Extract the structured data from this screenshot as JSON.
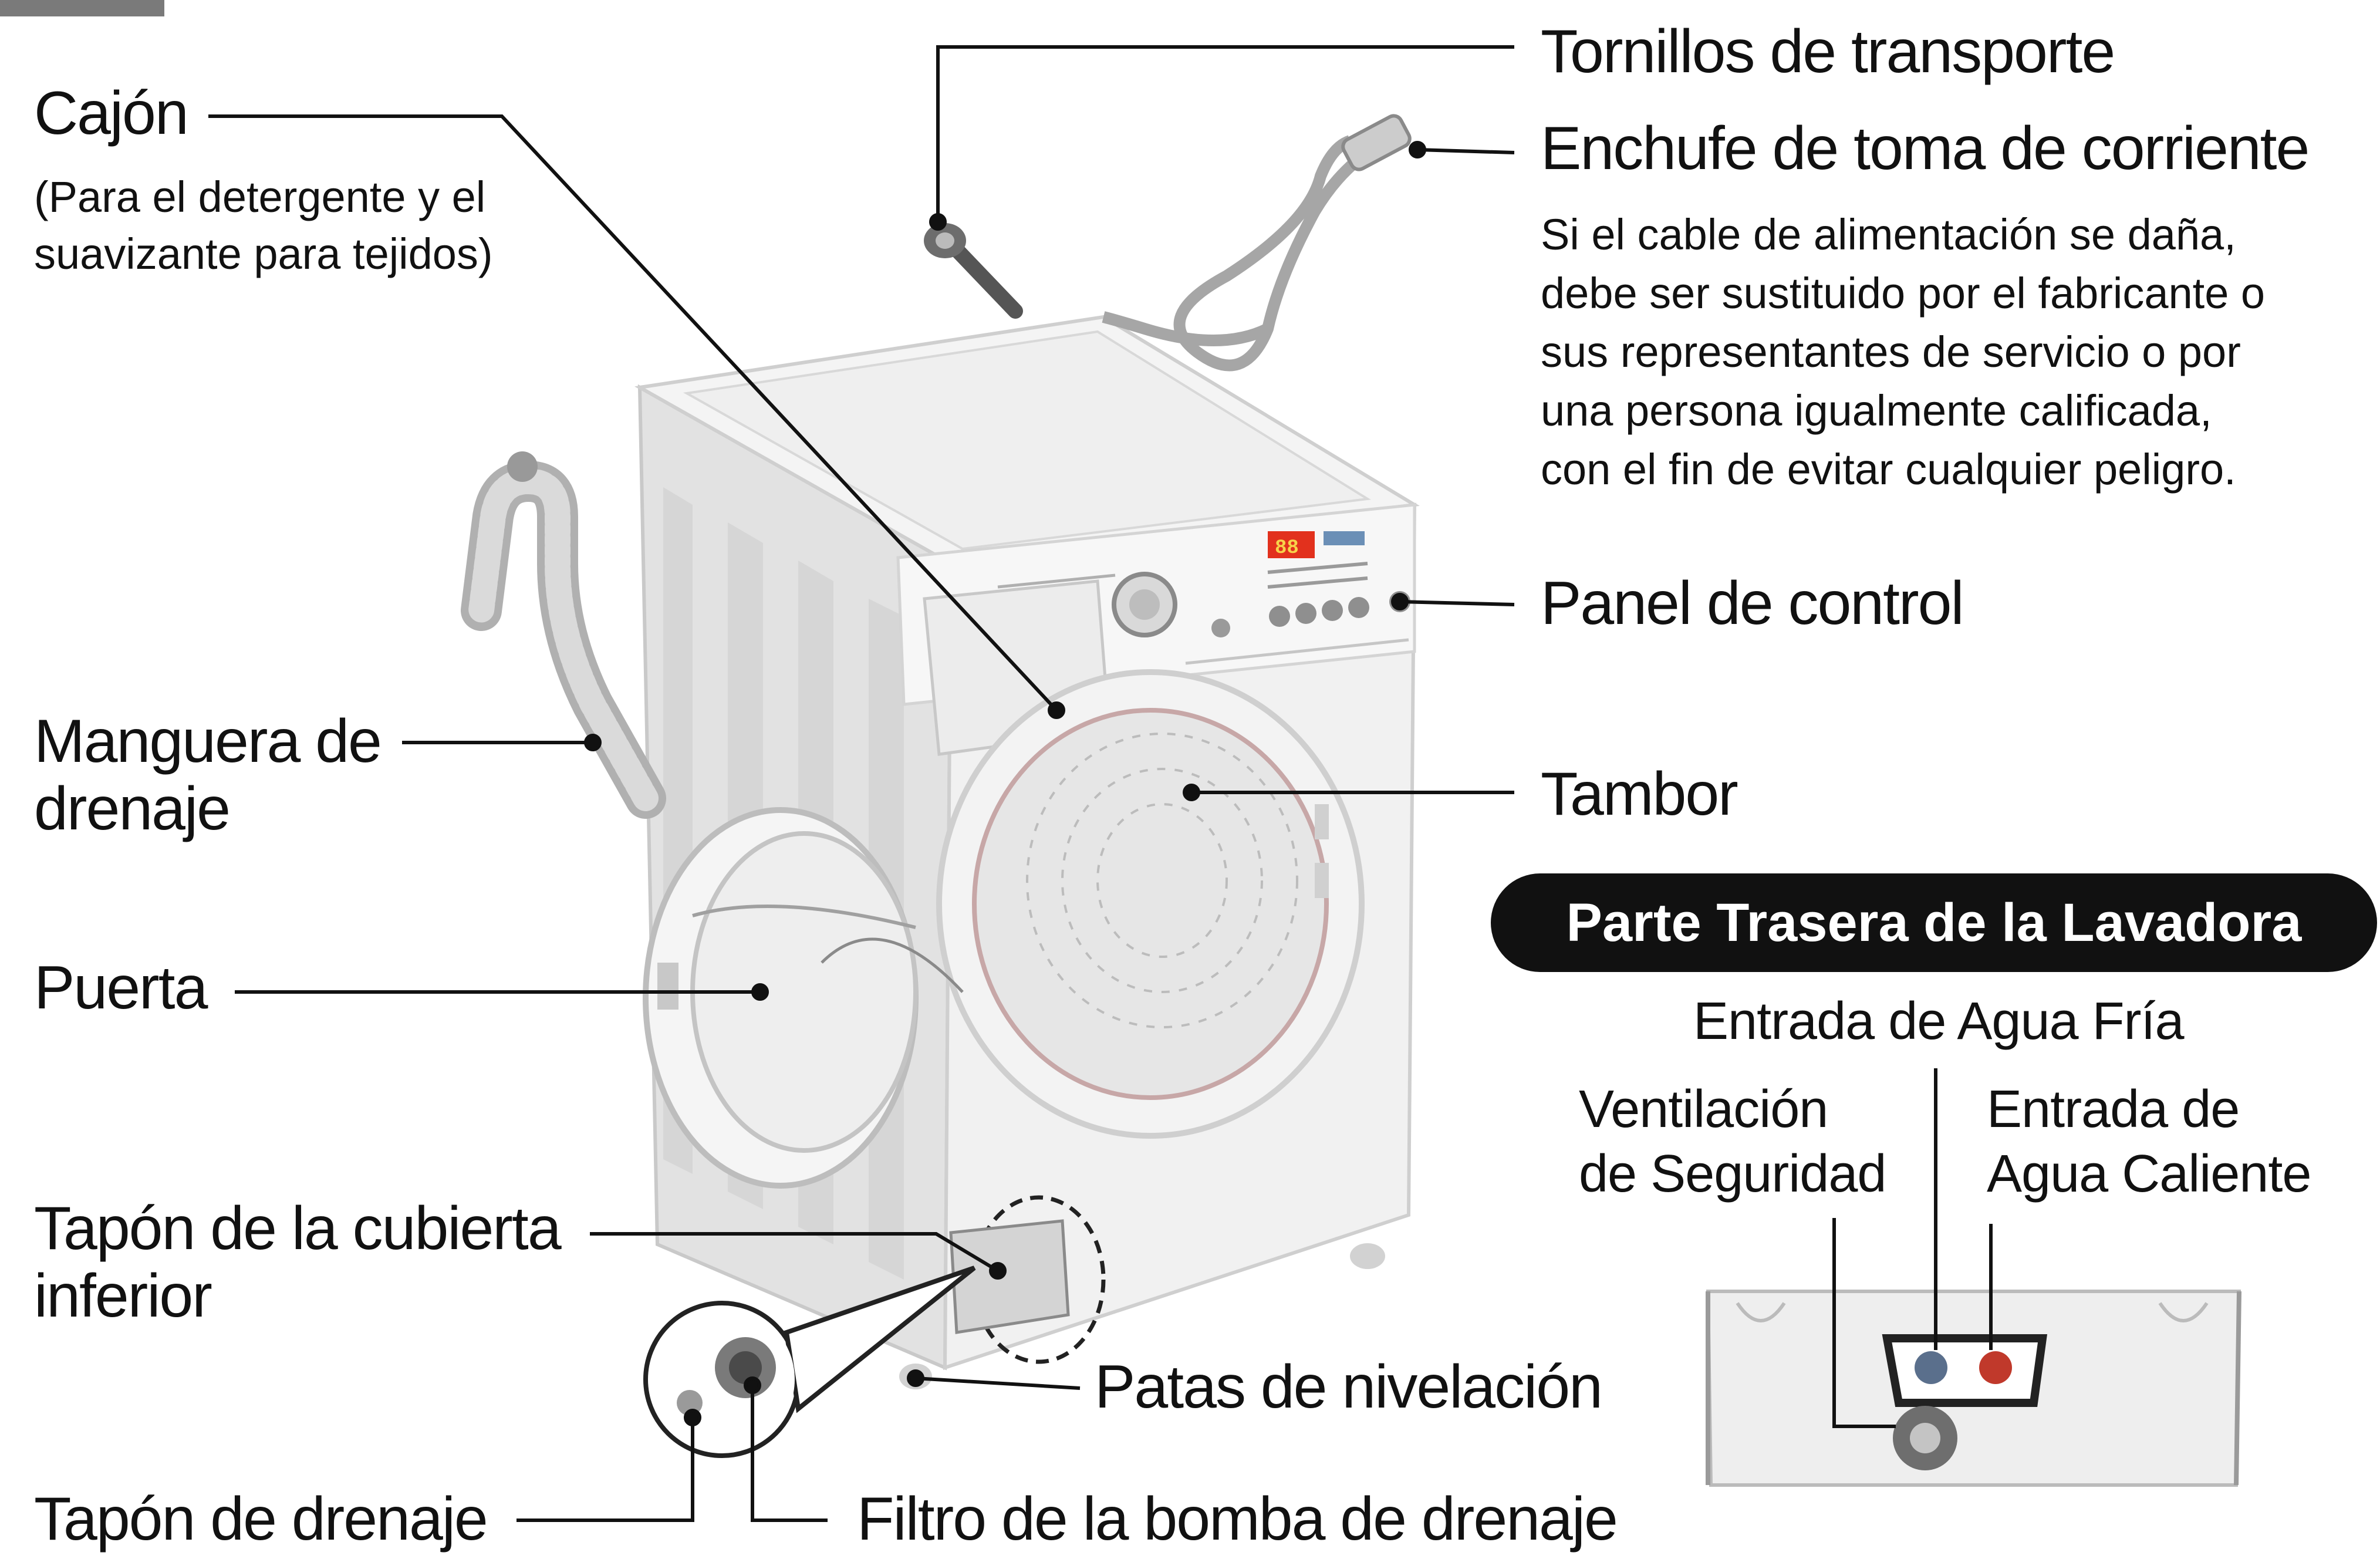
{
  "labels": {
    "cajon": "Cajón",
    "cajon_note_1": "(Para el detergente y el",
    "cajon_note_2": "suavizante para tejidos)",
    "tornillos": "Tornillos de transporte",
    "enchufe": "Enchufe de toma de corriente",
    "enchufe_note": [
      "Si el cable de alimentación se daña,",
      "debe ser sustituido por el fabricante o",
      "sus representantes de servicio o por",
      "una persona igualmente calificada,",
      "con el fin de evitar cualquier peligro."
    ],
    "panel": "Panel de control",
    "manguera_1": "Manguera de",
    "manguera_2": "drenaje",
    "tambor": "Tambor",
    "puerta": "Puerta",
    "tapon_cubierta_1": "Tapón de la cubierta",
    "tapon_cubierta_2": "inferior",
    "patas": "Patas de nivelación",
    "tapon_drenaje": "Tapón de drenaje",
    "filtro": "Filtro de la bomba de drenaje"
  },
  "rear": {
    "title": "Parte Trasera de la Lavadora",
    "agua_fria": "Entrada de Agua Fría",
    "ventilacion_1": "Ventilación",
    "ventilacion_2": "de Seguridad",
    "agua_caliente_1": "Entrada de",
    "agua_caliente_2": "Agua Caliente"
  },
  "display_text": "88",
  "colors": {
    "ink": "#111111",
    "body": "#ebebeb",
    "panel_display": "#e2311d",
    "hot_inlet": "#c0392b",
    "cold_inlet": "#5a6f8c",
    "banner": "#111111"
  }
}
